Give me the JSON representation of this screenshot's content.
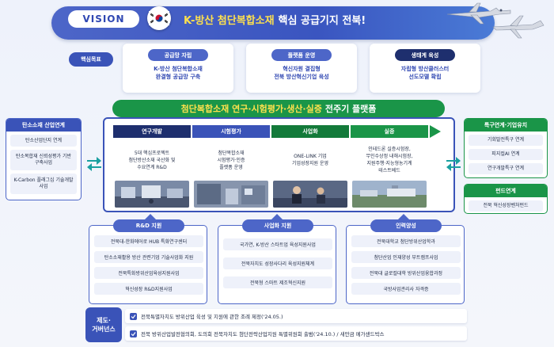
{
  "vision": {
    "label": "VISION",
    "headline_highlight": "K-방산 첨단복합소재",
    "headline_rest": "핵심 공급기지 전북!"
  },
  "goals": {
    "label": "핵심목표",
    "items": [
      {
        "title": "공급망 자립",
        "line1": "K-방산 첨단복합소재",
        "line2": "완결형 공급망 구축"
      },
      {
        "title": "플랫폼 운영",
        "line1": "혁신자원 결집형",
        "line2": "전북 방산혁신기업 육성"
      },
      {
        "title": "생태계 육성",
        "line1": "자립형 방산클러스터",
        "line2": "선도모델 확립"
      }
    ]
  },
  "platform": {
    "title_highlight": "첨단복합소재 연구·시험평가·생산·실증",
    "title_rest": "전주기 플랫폼",
    "stages": [
      {
        "name": "연구개발",
        "lines": [
          "5대 핵심프로젝트",
          "첨단방산소재 국산화 및",
          "수요연계 R&D"
        ],
        "color": "#1e2f6e"
      },
      {
        "name": "시험평가",
        "lines": [
          "첨단복합소재",
          "시험평가·인증",
          "플랫폼 운영"
        ],
        "color": "#3a53b8"
      },
      {
        "name": "사업화",
        "lines": [
          "ONE-LINK 기업",
          "기업성장지원 운영"
        ],
        "color": "#137a3a"
      },
      {
        "name": "실증",
        "lines": [
          "인테드론 실증시험장,",
          "무인수상정 내해시험장,",
          "지원주행·지능형농기계",
          "테스트베드"
        ],
        "color": "#1a9548"
      }
    ]
  },
  "left_panel": {
    "title": "탄소소재 산업연계",
    "items": [
      "탄소산업단지 연계",
      "탄소복합재 신뢰성평가 기반 구축사업",
      "K-Carbon 플래그십 기술개발사업"
    ]
  },
  "right_panel": {
    "title": "특구연계·기업유치",
    "items": [
      "기회발전특구 연계",
      "피지컬AI 연계",
      "연구개발특구 연계"
    ]
  },
  "fund_panel": {
    "title": "펀드연계",
    "items": [
      "전북 혁신성장벤처펀드"
    ]
  },
  "support": [
    {
      "title": "R&D 지원",
      "items": [
        "전북대-한화에어로 HUB 특화연구센터",
        "탄소소재활용 방산 관련기업 기술사업화 지원",
        "전북특화방위산업육성지원사업",
        "혁신성장 R&D지원사업"
      ]
    },
    {
      "title": "사업화 지원",
      "items": [
        "국가연, K-방산 스타트업 육성지원사업",
        "전북자치도 성장사다리 육성지원체계",
        "전북형 스마트 제조혁신지원"
      ]
    },
    {
      "title": "인력양성",
      "items": [
        "전북대학교 첨단방위산업학과",
        "첨단산업 인재양성 부트캠프사업",
        "전북대 글로컬대학 방위산업융합과정",
        "국방사업관리사 자격증"
      ]
    }
  ],
  "governance": {
    "label_line1": "제도·",
    "label_line2": "거버넌스",
    "items": [
      "전북특별자치도 방위산업 육성 및 지원에 관한 조례 제정('24.05.)",
      "전북 방위산업발전협의회, 도의회 전북자치도 첨단전략산업지원 특별위원회 출범('24.10.) / 새만금 메가샌드박스"
    ]
  },
  "colors": {
    "primary": "#3a53b8",
    "navy": "#1e2f6e",
    "green": "#1a9548",
    "highlight": "#ffe14d"
  }
}
